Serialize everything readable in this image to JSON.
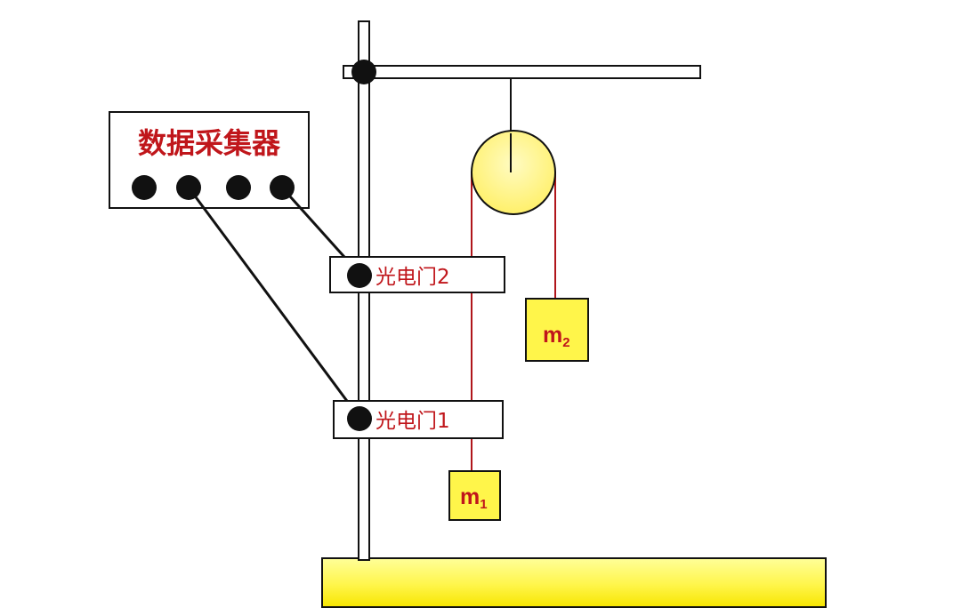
{
  "collector": {
    "title": "数据采集器",
    "ports": [
      "port-1",
      "port-2",
      "port-3",
      "port-4"
    ]
  },
  "gates": [
    {
      "label": "光电门2"
    },
    {
      "label": "光电门1"
    }
  ],
  "masses": [
    {
      "symbol": "m",
      "subscript": "2"
    },
    {
      "symbol": "m",
      "subscript": "1"
    }
  ],
  "colors": {
    "frame": "#111111",
    "label_text": "#c0161b",
    "pulley_fill": "#fff36a",
    "mass_fill": "#fff54a",
    "base_fill": "#fff73a",
    "string": "#b0161b"
  }
}
